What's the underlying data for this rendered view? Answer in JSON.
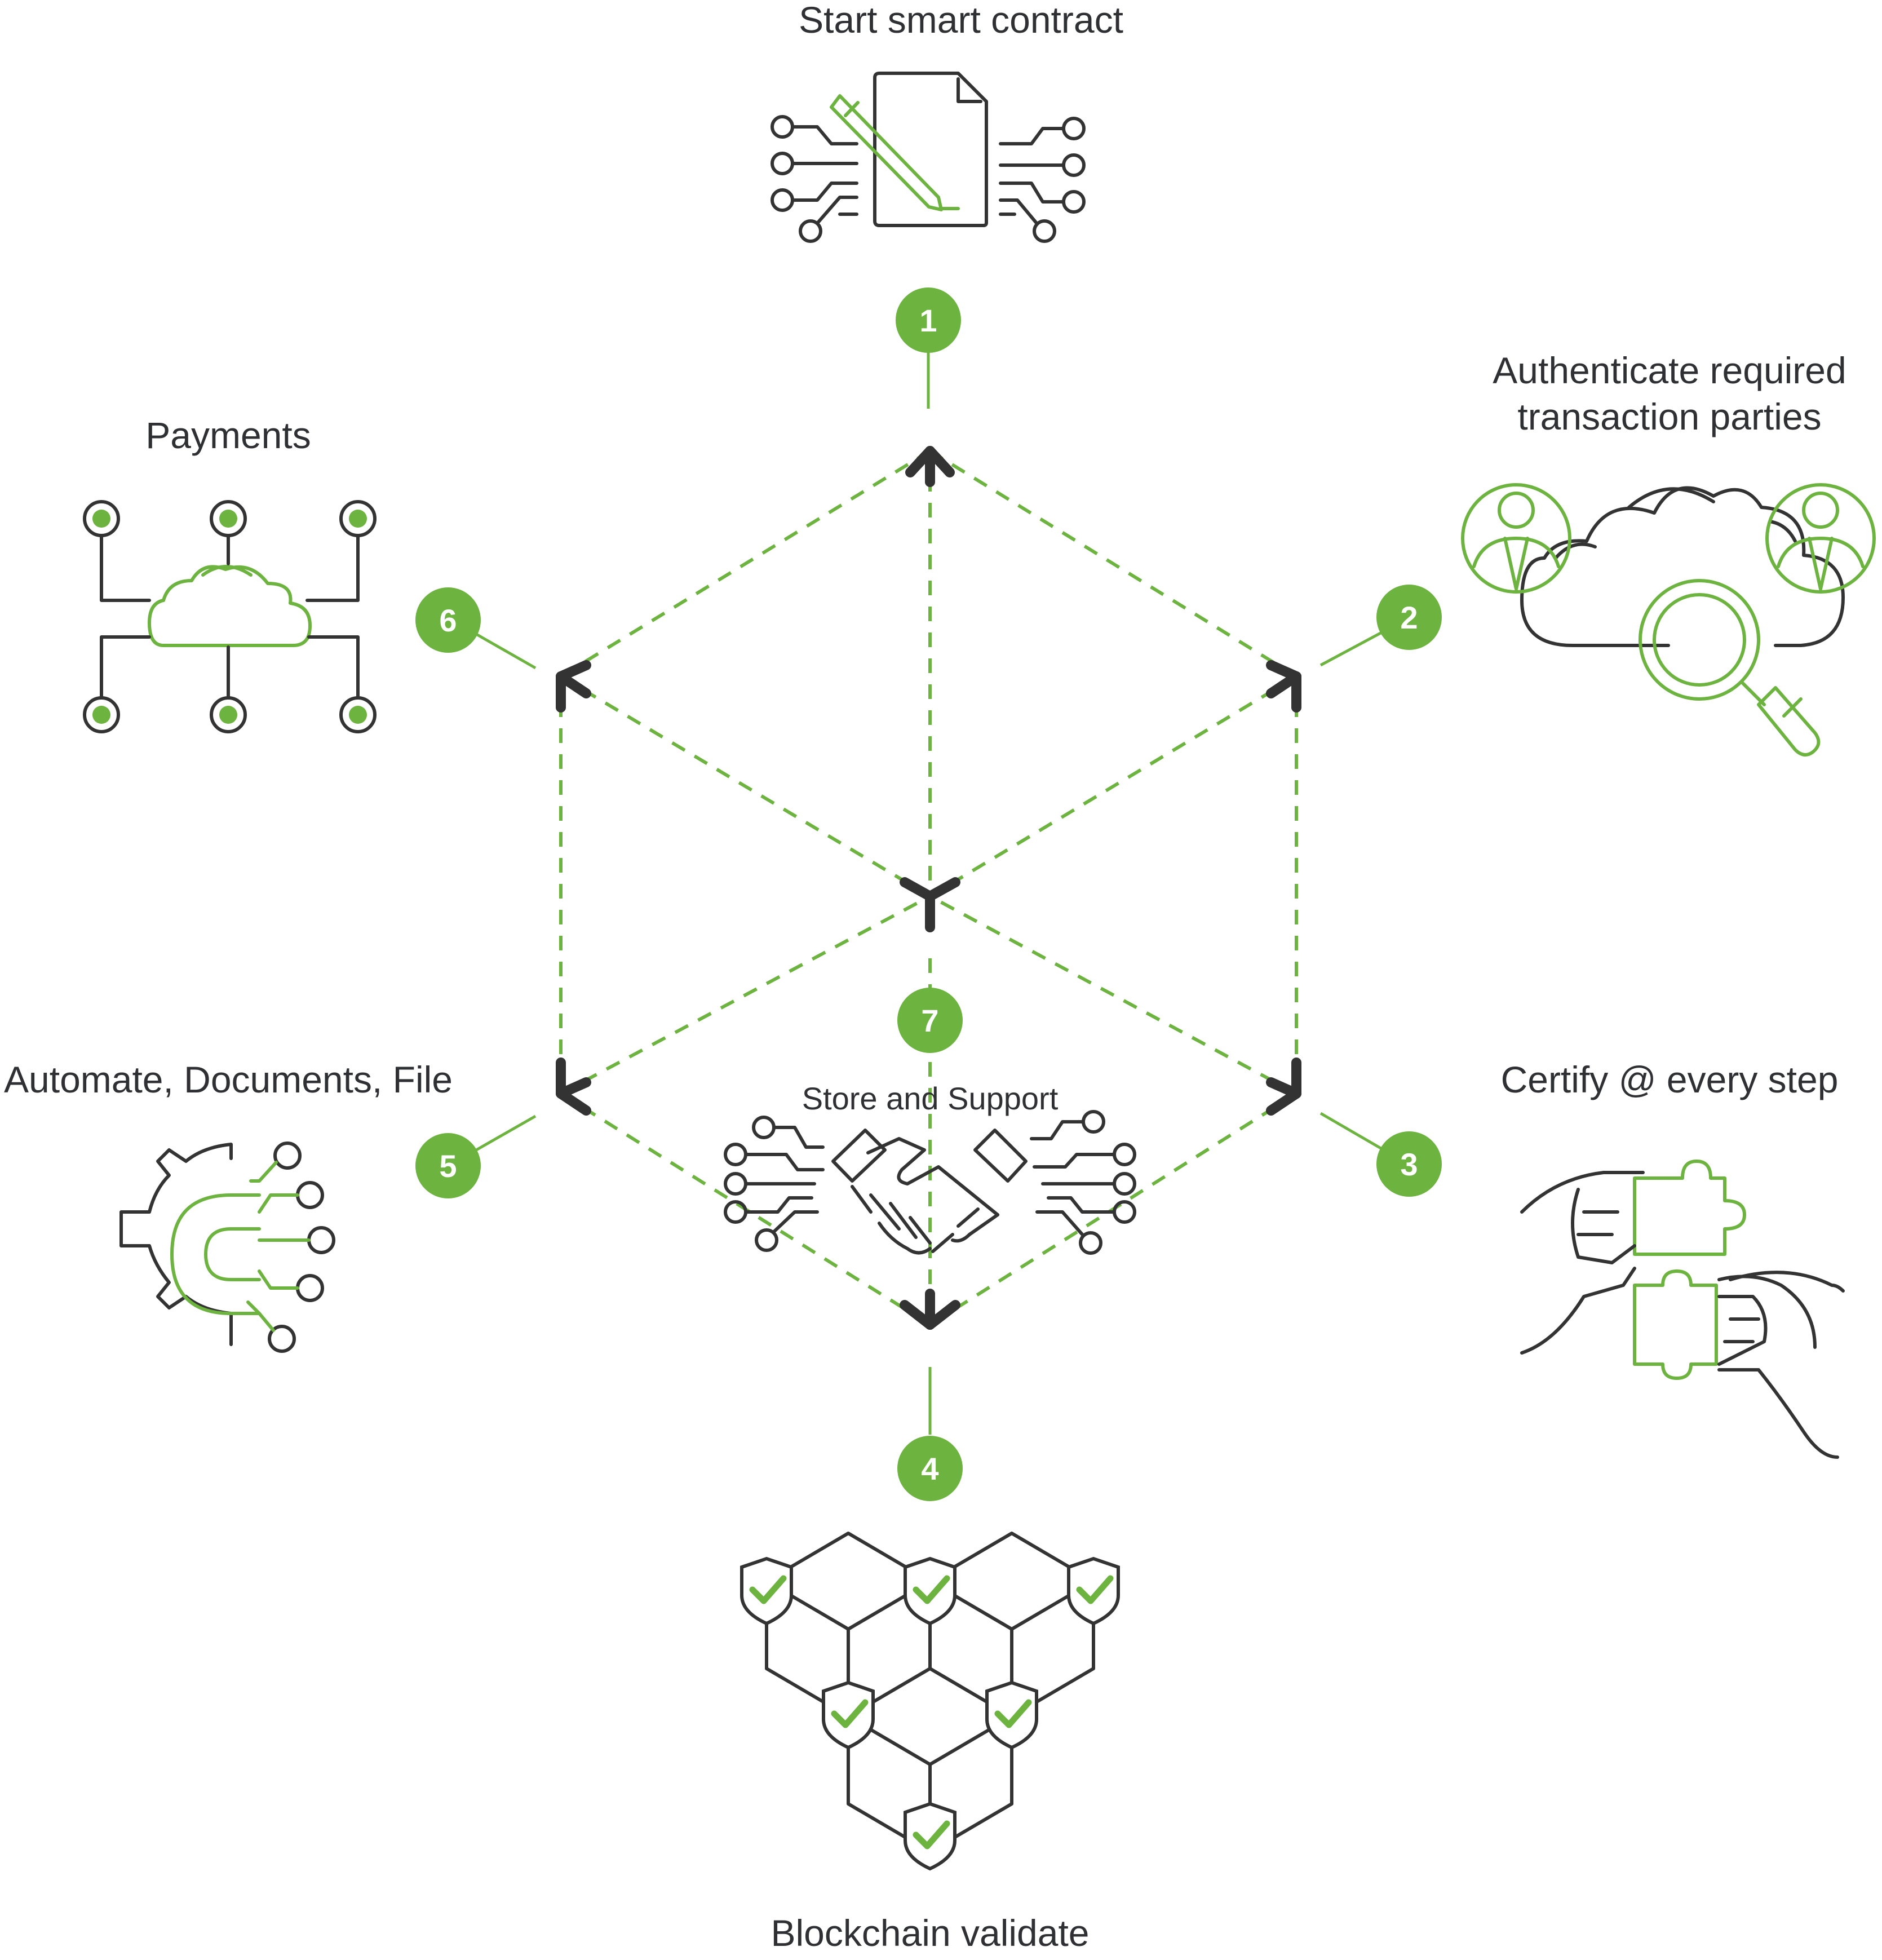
{
  "steps": [
    {
      "num": "1",
      "label": "Start smart contract"
    },
    {
      "num": "2",
      "label_line1": "Authenticate required",
      "label_line2": "transaction parties"
    },
    {
      "num": "3",
      "label": "Certify @ every step"
    },
    {
      "num": "4",
      "label": "Blockchain validate"
    },
    {
      "num": "5",
      "label": "Automate, Documents, File"
    },
    {
      "num": "6",
      "label": "Payments"
    },
    {
      "num": "7",
      "label": "Store and Support"
    }
  ],
  "icons": {
    "step1": "contract-document-icon",
    "step2": "cloud-search-icon",
    "step3": "puzzle-hands-icon",
    "step4": "blockchain-network-icon",
    "step5": "gear-automation-icon",
    "step6": "cloud-payments-icon",
    "step7": "handshake-icon"
  },
  "colors": {
    "accent": "#6db33f",
    "dark": "#333333",
    "text": "#2f3033"
  }
}
